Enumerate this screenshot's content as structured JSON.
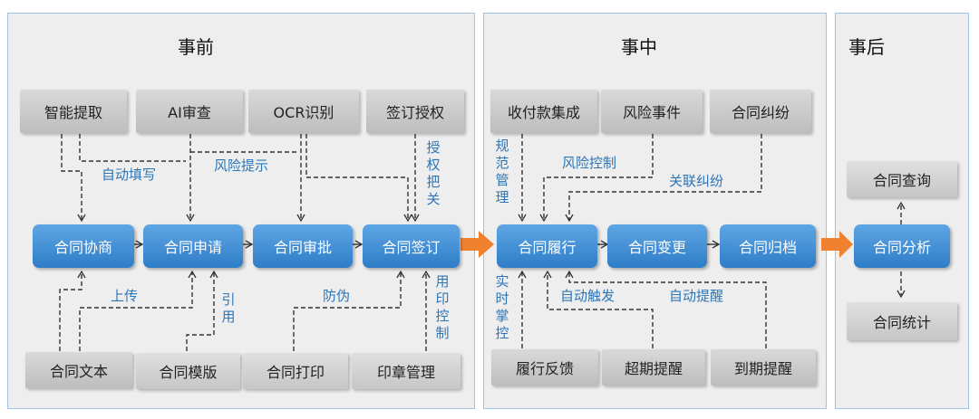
{
  "sections": {
    "before": "事前",
    "during": "事中",
    "after": "事后"
  },
  "before": {
    "inputs": [
      "智能提取",
      "AI审查",
      "OCR识别",
      "签订授权"
    ],
    "flow": [
      "合同协商",
      "合同申请",
      "合同审批",
      "合同签订"
    ],
    "sources": [
      "合同文本",
      "合同模版",
      "合同打印",
      "印章管理"
    ],
    "labels": {
      "auto_fill": "自动填写",
      "risk_hint": "风险提示",
      "sign_auth": "授权把关",
      "upload": "上传",
      "reference": "引用",
      "anti_fake": "防伪",
      "seal_control": "用印控制"
    }
  },
  "during": {
    "inputs": [
      "收付款集成",
      "风险事件",
      "合同纠纷"
    ],
    "flow": [
      "合同履行",
      "合同变更",
      "合同归档"
    ],
    "sources": [
      "履行反馈",
      "超期提醒",
      "到期提醒"
    ],
    "labels": {
      "standard_mgmt": "规范管理",
      "risk_control": "风险控制",
      "related_dispute": "关联纠纷",
      "realtime": "实时掌控",
      "auto_trigger": "自动触发",
      "auto_remind": "自动提醒"
    }
  },
  "after": {
    "center": "合同分析",
    "top": "合同查询",
    "bottom": "合同统计"
  },
  "colors": {
    "panel_bg": "#eeeeee",
    "panel_border": "#9dc3e6",
    "blue_box": "#3d8bd5",
    "label_text": "#2e75b6",
    "big_arrow": "#f0812f"
  }
}
